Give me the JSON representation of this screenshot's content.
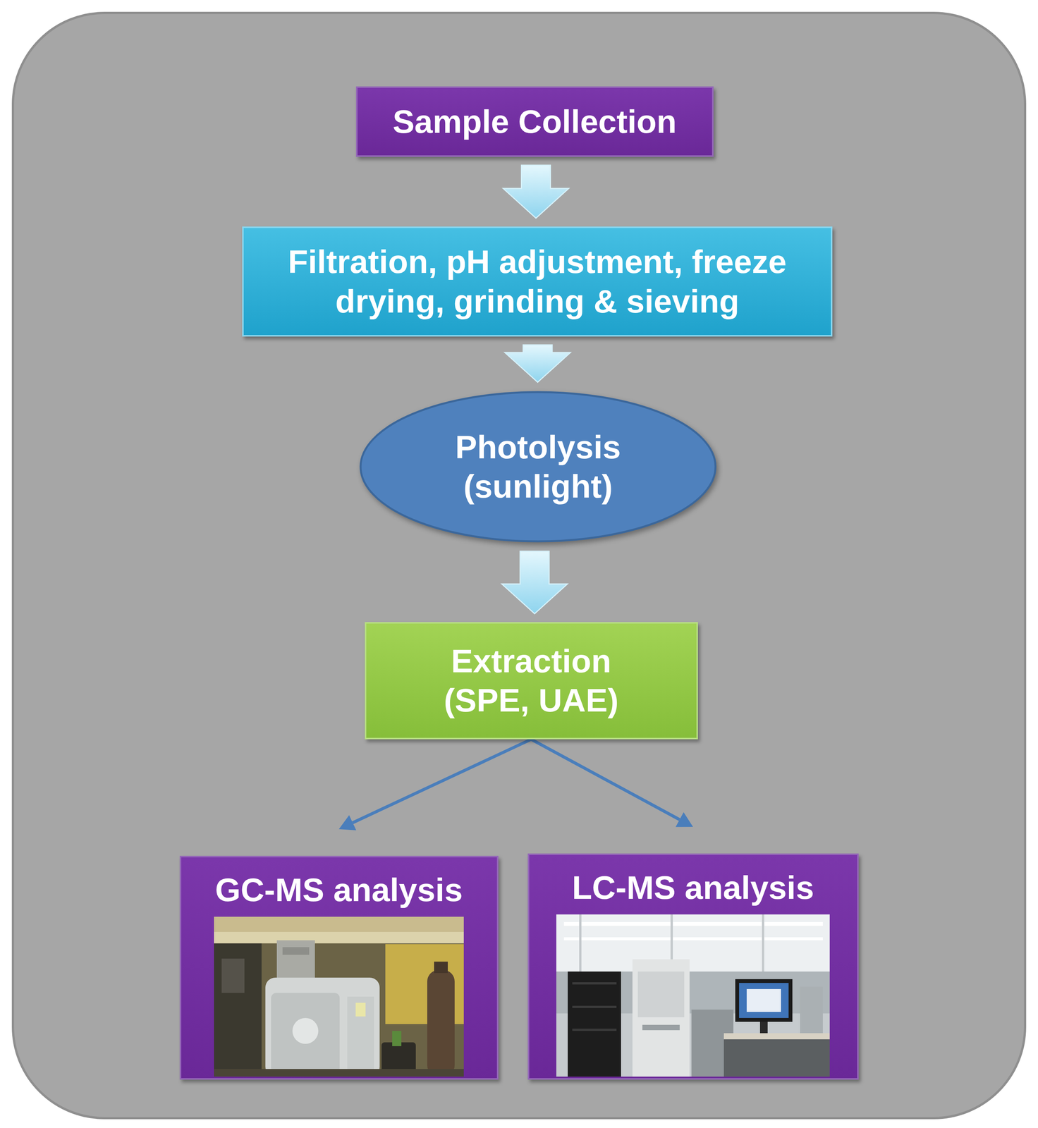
{
  "diagram": {
    "nodes": [
      {
        "text": [
          "Sample Collection"
        ]
      },
      {
        "text": [
          "Filtration, pH adjustment, freeze drying, grinding & sieving"
        ]
      },
      {
        "text": [
          "Photolysis (sunlight)"
        ]
      },
      {
        "text": [
          "Extraction (SPE, UAE)"
        ]
      },
      {
        "text": [
          "GC-MS analysis"
        ]
      },
      {
        "text": [
          "LC-MS analysis"
        ]
      }
    ],
    "edges": [
      {
        "from": 0,
        "to": 1,
        "arrow": "to"
      },
      {
        "from": 1,
        "to": 2,
        "arrow": "to"
      },
      {
        "from": 2,
        "to": 3,
        "arrow": "to"
      },
      {
        "from": 3,
        "to": 4,
        "arrow": "to"
      },
      {
        "from": 3,
        "to": 5,
        "arrow": "to"
      }
    ]
  }
}
